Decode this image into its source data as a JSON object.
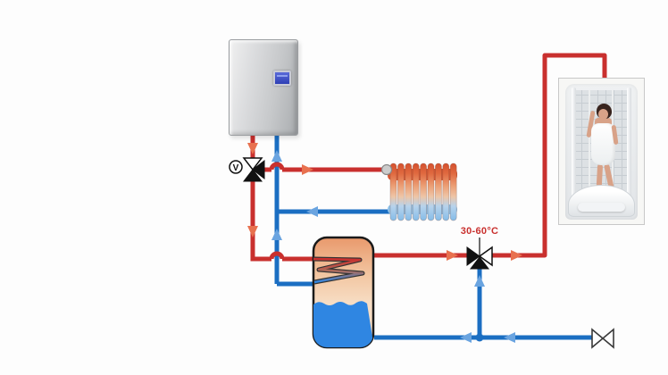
{
  "scene": {
    "name": "water-heating-system-diagram",
    "background": "#fdfdfd"
  },
  "labels": {
    "mixing_valve_temp": "30-60°C",
    "circulation_valve": "V"
  },
  "colors": {
    "hot-pipe": "#c9302e",
    "hot-arrow": "#e8714f",
    "cold-pipe": "#1b6ec2",
    "cold-arrow": "#6aa4e0",
    "valve-black": "#111111",
    "tank-hot-top": "#e9996c",
    "tank-hot-light": "#f7ddc4",
    "tank-water": "#2f86e2",
    "radiator-hot": "#d4512e",
    "radiator-cold": "#8fc2ea",
    "boiler-body": "#c9cbcd"
  },
  "components": {
    "boiler": "electric-boiler",
    "three_way_valve": "three-way-mixing-valve",
    "radiator": "heating-radiator",
    "tank": "indirect-hot-water-tank",
    "mixing_valve": "thermostatic-mixing-valve",
    "shutoff_valve": "shut-off-valve",
    "shower": "shower-cabin-photo"
  }
}
